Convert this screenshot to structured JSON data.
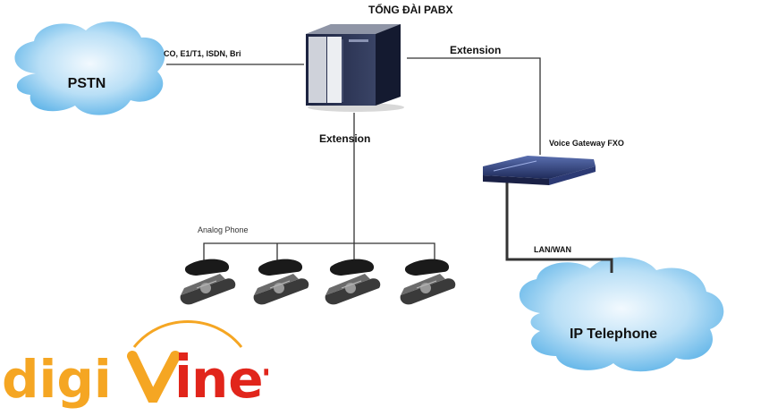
{
  "title": "TỔNG ĐÀI PABX",
  "clouds": {
    "pstn": "PSTN",
    "ip": "IP Telephone"
  },
  "labels": {
    "trunk": "CO, E1/T1, ISDN, Bri",
    "extension_right": "Extension",
    "extension_down": "Extension",
    "gateway": "Voice Gateway FXO",
    "lanwan": "LAN/WAN",
    "analog": "Analog Phone"
  },
  "logo": {
    "text": "digivi net",
    "colors": {
      "orange": "#f5a623",
      "red": "#e1251b"
    }
  },
  "colors": {
    "cloud_light": "#eaf5fd",
    "cloud_mid": "#a8d6f3",
    "cloud_dark": "#5db3e8",
    "line": "#333333"
  },
  "icons": [
    "pabx-server-icon",
    "voice-gateway-icon",
    "telephone-icon"
  ]
}
